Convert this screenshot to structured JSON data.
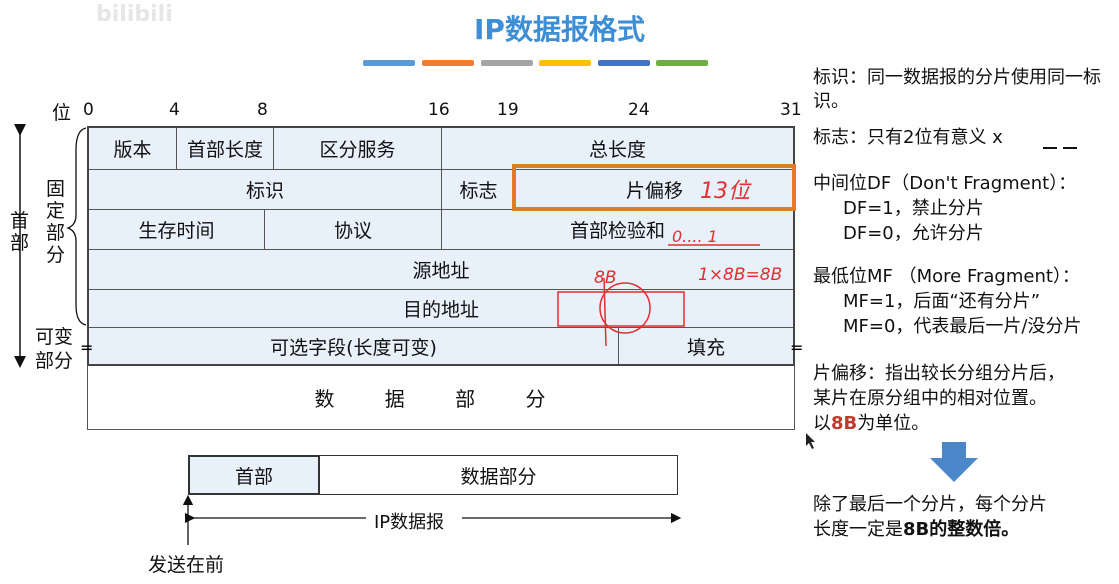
{
  "title": "IP数据报格式",
  "watermark": "bilibili",
  "color_bars": [
    "#5b9bd5",
    "#ed7d31",
    "#a5a5a5",
    "#ffc000",
    "#4472c4",
    "#70ad47"
  ],
  "bit_axis": {
    "label": "位",
    "ticks": [
      "0",
      "4",
      "8",
      "16",
      "19",
      "24",
      "31"
    ]
  },
  "side_labels": {
    "header": "首部",
    "fixed": "固定部分",
    "variable_top": "可变",
    "variable_bottom": "部分"
  },
  "rows": {
    "r1": {
      "version": "版本",
      "header_length": "首部长度",
      "diff_services": "区分服务",
      "total_length": "总长度"
    },
    "r2": {
      "identification": "标识",
      "flags": "标志",
      "fragment_offset": "片偏移"
    },
    "r3": {
      "ttl": "生存时间",
      "protocol": "协议",
      "header_checksum": "首部检验和"
    },
    "r4": {
      "source": "源地址"
    },
    "r5": {
      "destination": "目的地址"
    },
    "r6": {
      "options": "可选字段(长度可变)",
      "padding": "填充"
    },
    "data": "数 据 部 分"
  },
  "handwriting": {
    "offset_bits": "13位",
    "checksum_note": "0.... 1",
    "calc": "1×8B=8B",
    "eight_b": "8B"
  },
  "packet": {
    "header": "首部",
    "data": "数据部分",
    "length_label": "IP数据报",
    "send_first": "发送在前"
  },
  "notes": {
    "id": "标识：同一数据报的分片使用同一标识。",
    "flags": "标志：只有2位有意义 x",
    "df_title": "中间位DF（Don't Fragment）：",
    "df1": "DF=1，禁止分片",
    "df0": "DF=0，允许分片",
    "mf_title": "最低位MF （More Fragment）：",
    "mf1": "MF=1，后面“还有分片”",
    "mf0": "MF=0，代表最后一片/没分片",
    "offset_1": "片偏移：指出较长分组分片后，",
    "offset_2": "某片在原分组中的相对位置。",
    "offset_3_pre": "以",
    "offset_3_bold": "8B",
    "offset_3_post": "为单位。",
    "conclusion_1": "除了最后一个分片，每个分片",
    "conclusion_2_pre": "长度一定是",
    "conclusion_2_bold": "8B的整数倍。"
  }
}
